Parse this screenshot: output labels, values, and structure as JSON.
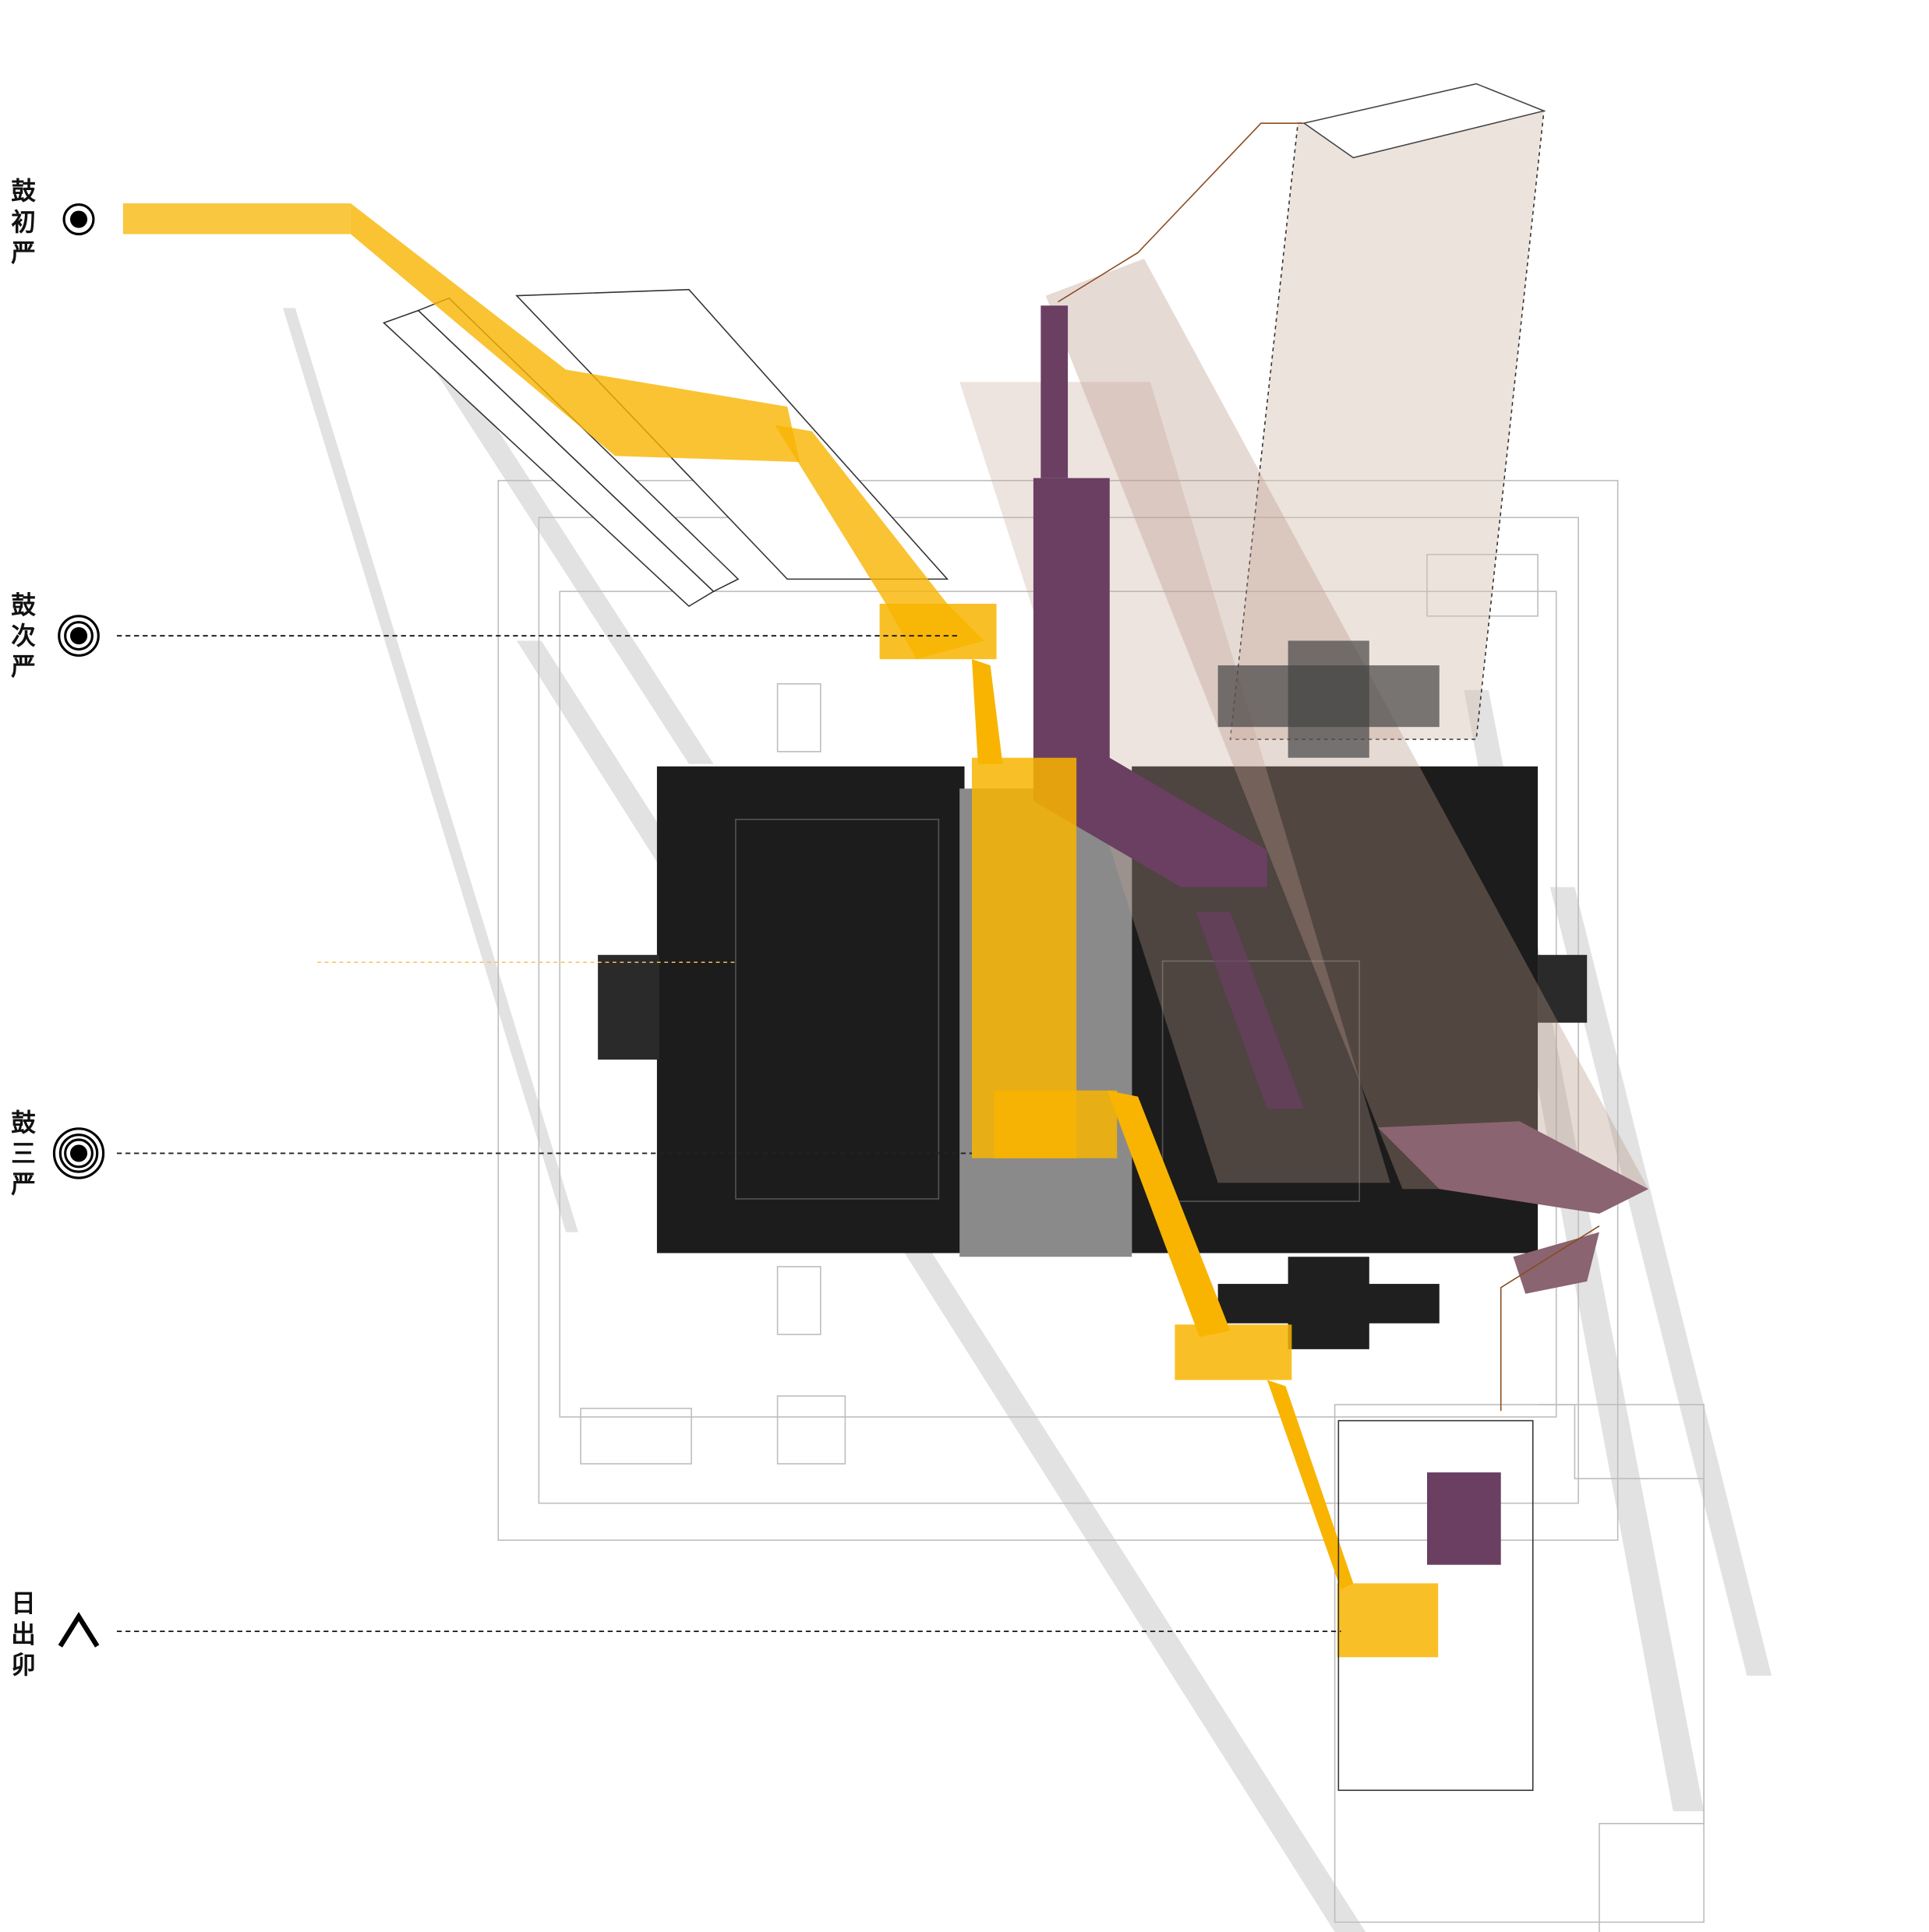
{
  "timeline": [
    {
      "label": [
        "鼓",
        "初",
        "严"
      ],
      "marker": "single-ring-drum-icon",
      "rings": 1
    },
    {
      "label": [
        "鼓",
        "次",
        "严"
      ],
      "marker": "double-ring-drum-icon",
      "rings": 2
    },
    {
      "label": [
        "鼓",
        "三",
        "严"
      ],
      "marker": "triple-ring-drum-icon",
      "rings": 3
    },
    {
      "label": [
        "日",
        "出",
        "卯"
      ],
      "marker": "sunrise-caret-icon",
      "rings": 0
    }
  ],
  "colors": {
    "path_yellow": "#f8b400",
    "path_purple": "#6a3f62",
    "ghost_rose": "#c9a99a",
    "hall_black": "#1c1c1c",
    "shadow_grey": "#dedede",
    "leader_brown": "#8a4a1e"
  }
}
